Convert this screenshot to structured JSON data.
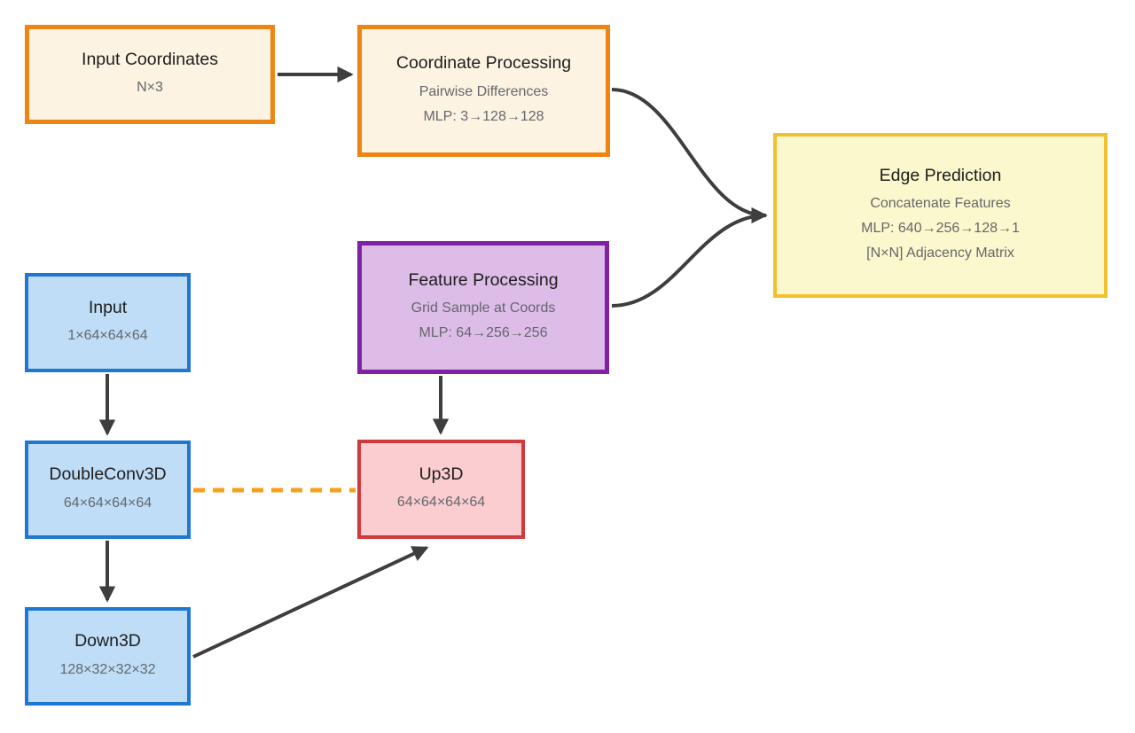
{
  "palette": {
    "arrow": "#3e3e3e",
    "skip_connection": "#f9a01b",
    "orange_border": "#ee8512",
    "orange_fill": "#fcf3e3",
    "yellow_border": "#f2c12e",
    "yellow_fill": "#fcf8cd",
    "purple_border": "#8023a3",
    "purple_fill": "#ddbce8",
    "blue_border": "#1e78d2",
    "blue_fill": "#bfddf6",
    "red_border": "#cf3a3c",
    "red_fill": "#fbcdd0",
    "title_text": "#1e1e1e",
    "subtitle_text": "#64676b"
  },
  "nodes": {
    "input_coordinates": {
      "title": "Input Coordinates",
      "lines": [
        "N×3"
      ]
    },
    "coordinate_processing": {
      "title": "Coordinate Processing",
      "lines": [
        "Pairwise Differences",
        "MLP: 3→128→128"
      ]
    },
    "edge_prediction": {
      "title": "Edge Prediction",
      "lines": [
        "Concatenate Features",
        "MLP: 640→256→128→1",
        "[N×N] Adjacency Matrix"
      ]
    },
    "feature_processing": {
      "title": "Feature Processing",
      "lines": [
        "Grid Sample at Coords",
        "MLP: 64→256→256"
      ]
    },
    "input": {
      "title": "Input",
      "lines": [
        "1×64×64×64"
      ]
    },
    "double_conv3d": {
      "title": "DoubleConv3D",
      "lines": [
        "64×64×64×64"
      ]
    },
    "down3d": {
      "title": "Down3D",
      "lines": [
        "128×32×32×32"
      ]
    },
    "up3d": {
      "title": "Up3D",
      "lines": [
        "64×64×64×64"
      ]
    }
  },
  "edges": [
    {
      "from": "input_coordinates",
      "to": "coordinate_processing",
      "type": "arrow"
    },
    {
      "from": "coordinate_processing",
      "to": "edge_prediction",
      "type": "arrow-curve"
    },
    {
      "from": "feature_processing",
      "to": "edge_prediction",
      "type": "arrow-curve"
    },
    {
      "from": "input",
      "to": "double_conv3d",
      "type": "arrow"
    },
    {
      "from": "double_conv3d",
      "to": "down3d",
      "type": "arrow"
    },
    {
      "from": "double_conv3d",
      "to": "up3d",
      "type": "dashed-skip-connection"
    },
    {
      "from": "down3d",
      "to": "up3d",
      "type": "arrow"
    },
    {
      "from": "feature_processing",
      "to": "up3d",
      "type": "arrow"
    }
  ]
}
